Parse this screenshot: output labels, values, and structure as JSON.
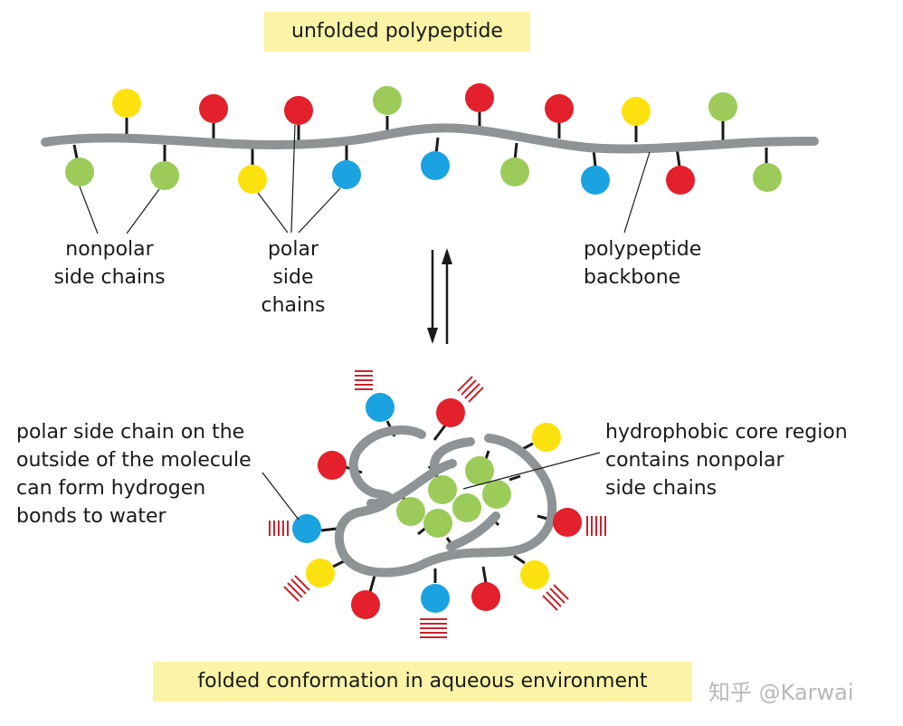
{
  "title_top": "unfolded polypeptide",
  "title_bottom": "folded conformation in aqueous environment",
  "labels": {
    "nonpolar": [
      "nonpolar",
      "side chains"
    ],
    "polar": [
      "polar",
      "side",
      "chains"
    ],
    "backbone": [
      "polypeptide",
      "backbone"
    ],
    "outside": [
      "polar side chain on the",
      "outside of the molecule",
      "can form hydrogen",
      "bonds to water"
    ],
    "core": [
      "hydrophobic core region",
      "contains nonpolar",
      "side chains"
    ]
  },
  "watermark": "知乎 @Karwai",
  "colors": {
    "backbone": "#8e9496",
    "nonpolar": "#9ccb5a",
    "polar_red": "#e3202b",
    "polar_yellow": "#fbe20e",
    "polar_blue": "#1aa2e1",
    "hydrogen_bond": "#c9232b",
    "label_box": "#fbf4a6"
  }
}
